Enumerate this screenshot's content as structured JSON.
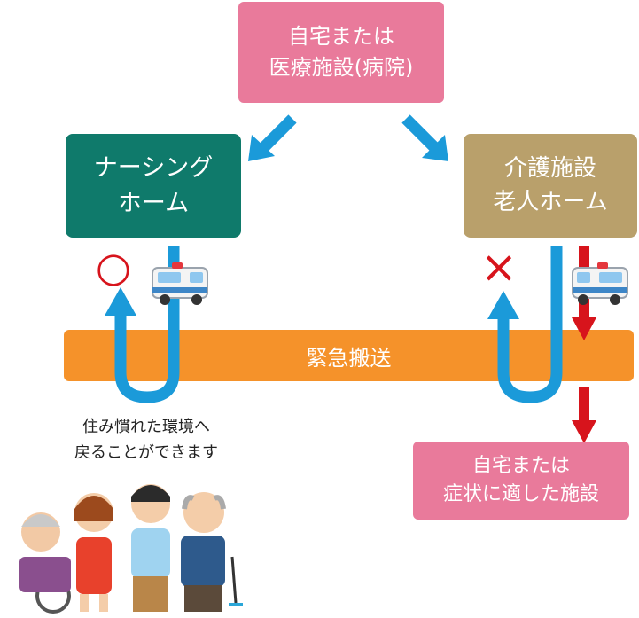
{
  "top_box": {
    "line1": "自宅または",
    "line2": "医療施設(病院)"
  },
  "nursing_home": {
    "line1": "ナーシング",
    "line2": "ホーム"
  },
  "care_facility": {
    "line1": "介護施設",
    "line2": "老人ホーム"
  },
  "emergency": {
    "label": "緊急搬送"
  },
  "return_note": {
    "line1": "住み慣れた環境へ",
    "line2": "戻ることができます"
  },
  "bottom_box": {
    "line1": "自宅または",
    "line2": "症状に適した施設"
  },
  "marks": {
    "ok": "○",
    "ng": "×"
  },
  "colors": {
    "pink": "#e97a9b",
    "green": "#0f7a6b",
    "tan": "#b9a06b",
    "orange": "#f5922a",
    "blue": "#1b9ad9",
    "red": "#d7141c"
  }
}
